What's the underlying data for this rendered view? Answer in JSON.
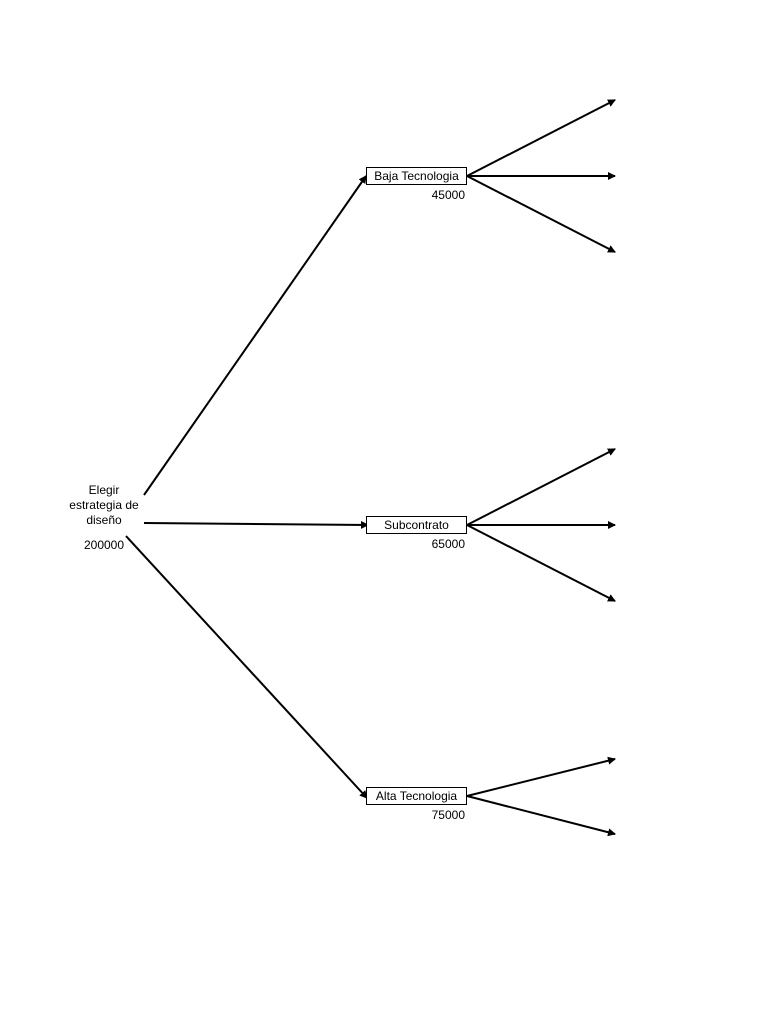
{
  "root": {
    "label_lines": [
      "Elegir",
      "estrategia de",
      "diseño"
    ],
    "cost": "200000"
  },
  "options": [
    {
      "label": "Baja Tecnologia",
      "cost": "45000",
      "outcome_branches": 3
    },
    {
      "label": "Subcontrato",
      "cost": "65000",
      "outcome_branches": 3
    },
    {
      "label": "Alta Tecnologia",
      "cost": "75000",
      "outcome_branches": 2
    }
  ],
  "colors": {
    "line": "#000000",
    "background": "#ffffff"
  }
}
